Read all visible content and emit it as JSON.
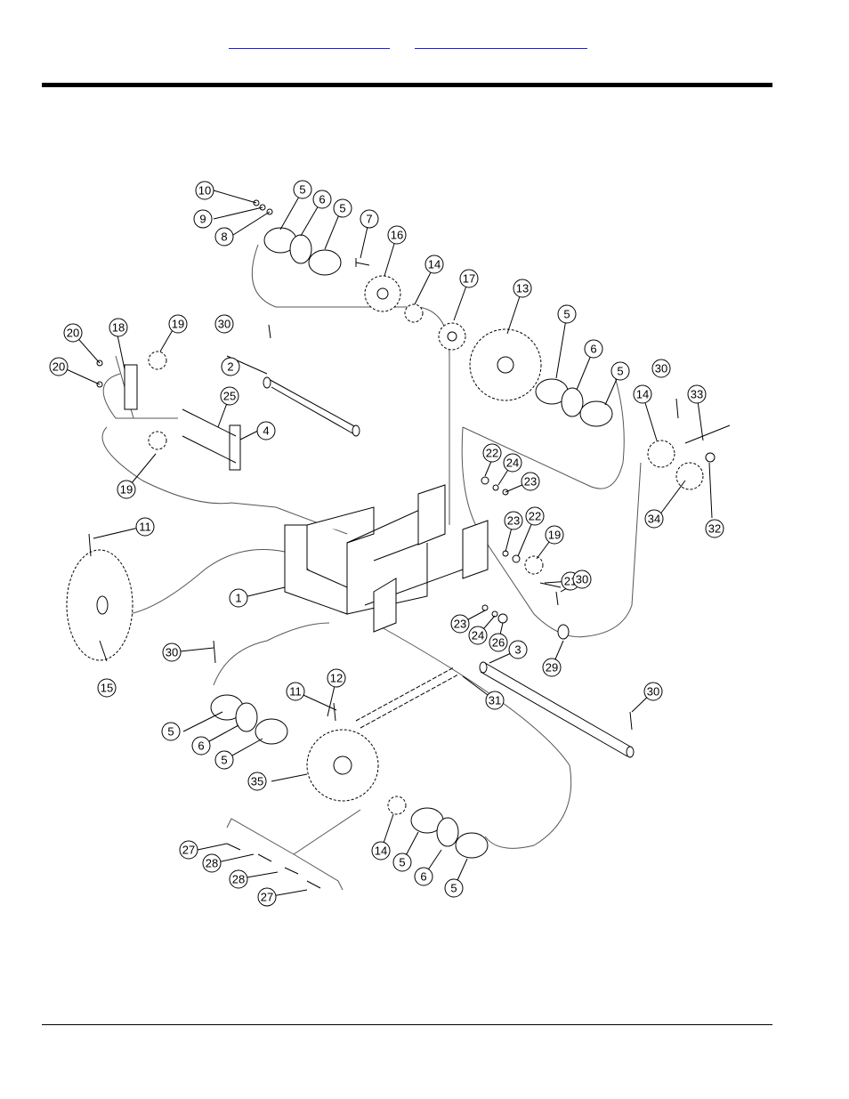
{
  "header": {
    "link_left": "",
    "link_right": ""
  },
  "callouts": [
    {
      "id": "c1",
      "label": "1"
    },
    {
      "id": "c2",
      "label": "2"
    },
    {
      "id": "c3",
      "label": "3"
    },
    {
      "id": "c4",
      "label": "4"
    },
    {
      "id": "c5a",
      "label": "5"
    },
    {
      "id": "c5b",
      "label": "5"
    },
    {
      "id": "c5c",
      "label": "5"
    },
    {
      "id": "c5d",
      "label": "5"
    },
    {
      "id": "c5e",
      "label": "5"
    },
    {
      "id": "c5f",
      "label": "5"
    },
    {
      "id": "c5g",
      "label": "5"
    },
    {
      "id": "c5h",
      "label": "5"
    },
    {
      "id": "c6a",
      "label": "6"
    },
    {
      "id": "c6b",
      "label": "6"
    },
    {
      "id": "c6c",
      "label": "6"
    },
    {
      "id": "c6d",
      "label": "6"
    },
    {
      "id": "c7",
      "label": "7"
    },
    {
      "id": "c8",
      "label": "8"
    },
    {
      "id": "c9",
      "label": "9"
    },
    {
      "id": "c10",
      "label": "10"
    },
    {
      "id": "c11a",
      "label": "11"
    },
    {
      "id": "c11b",
      "label": "11"
    },
    {
      "id": "c12",
      "label": "12"
    },
    {
      "id": "c13",
      "label": "13"
    },
    {
      "id": "c14a",
      "label": "14"
    },
    {
      "id": "c14b",
      "label": "14"
    },
    {
      "id": "c14c",
      "label": "14"
    },
    {
      "id": "c15",
      "label": "15"
    },
    {
      "id": "c16",
      "label": "16"
    },
    {
      "id": "c17",
      "label": "17"
    },
    {
      "id": "c18",
      "label": "18"
    },
    {
      "id": "c19a",
      "label": "19"
    },
    {
      "id": "c19b",
      "label": "19"
    },
    {
      "id": "c19c",
      "label": "19"
    },
    {
      "id": "c20a",
      "label": "20"
    },
    {
      "id": "c20b",
      "label": "20"
    },
    {
      "id": "c21",
      "label": "21"
    },
    {
      "id": "c22a",
      "label": "22"
    },
    {
      "id": "c22b",
      "label": "22"
    },
    {
      "id": "c23a",
      "label": "23"
    },
    {
      "id": "c23b",
      "label": "23"
    },
    {
      "id": "c23c",
      "label": "23"
    },
    {
      "id": "c24a",
      "label": "24"
    },
    {
      "id": "c24b",
      "label": "24"
    },
    {
      "id": "c25",
      "label": "25"
    },
    {
      "id": "c26",
      "label": "26"
    },
    {
      "id": "c27a",
      "label": "27"
    },
    {
      "id": "c27b",
      "label": "27"
    },
    {
      "id": "c28a",
      "label": "28"
    },
    {
      "id": "c28b",
      "label": "28"
    },
    {
      "id": "c29",
      "label": "29"
    },
    {
      "id": "c30a",
      "label": "30"
    },
    {
      "id": "c30b",
      "label": "30"
    },
    {
      "id": "c30c",
      "label": "30"
    },
    {
      "id": "c30d",
      "label": "30"
    },
    {
      "id": "c30e",
      "label": "30"
    },
    {
      "id": "c31",
      "label": "31"
    },
    {
      "id": "c32",
      "label": "32"
    },
    {
      "id": "c33",
      "label": "33"
    },
    {
      "id": "c34",
      "label": "34"
    },
    {
      "id": "c35",
      "label": "35"
    }
  ]
}
